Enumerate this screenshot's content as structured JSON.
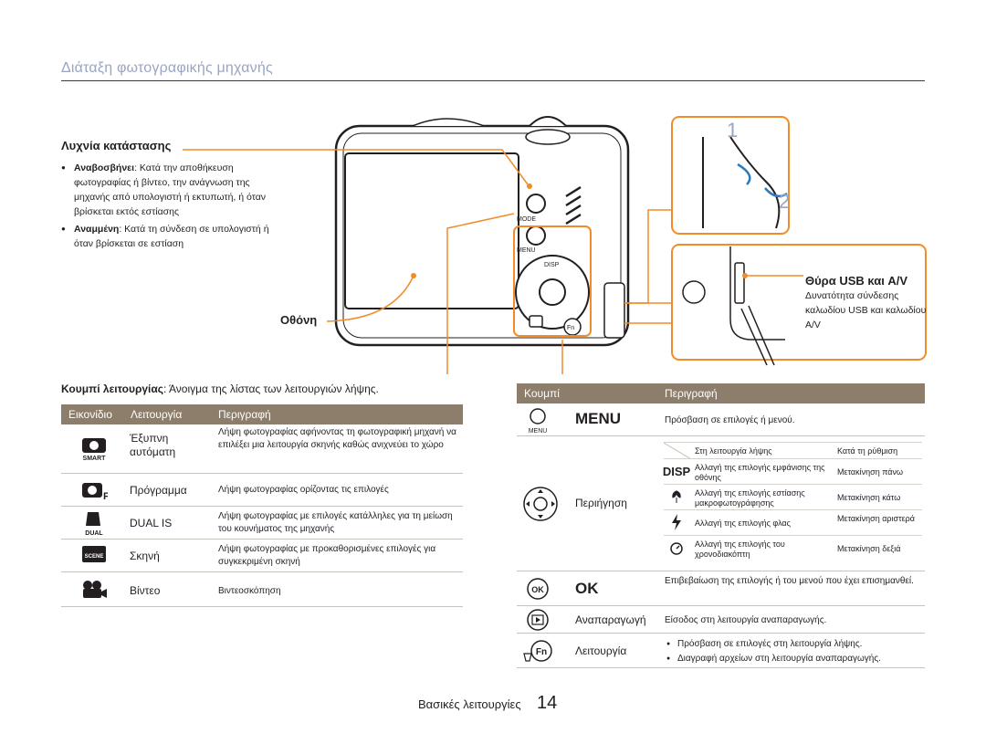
{
  "page": {
    "title": "Διάταξη φωτογραφικής μηχανής",
    "section_name": "Βασικές λειτουργίες",
    "page_number": "14"
  },
  "callouts": {
    "status_lamp": {
      "title": "Λυχνία κατάστασης",
      "blinking_term": "Αναβοσβήνει",
      "blinking_text": ": Κατά την αποθήκευση φωτογραφίας ή βίντεο, την ανάγνωση της μηχανής από υπολογιστή ή εκτυπωτή, ή όταν βρίσκεται εκτός εστίασης",
      "steady_term": "Αναμμένη",
      "steady_text": ": Κατά τη σύνδεση σε υπολογιστή ή όταν βρίσκεται σε εστίαση"
    },
    "screen": "Οθόνη",
    "mode_button_term": "Κουμπί λειτουργίας",
    "mode_button_text": ": Άνοιγμα της λίστας των λειτουργιών λήψης.",
    "usb_port_title": "Θύρα USB και A/V",
    "usb_port_text": "Δυνατότητα σύνδεσης καλωδίου USB και καλωδίου A/V",
    "strap_step_1": "1",
    "strap_step_2": "2"
  },
  "camera": {
    "mode_label": "MODE",
    "menu_label": "MENU",
    "disp_label": "DISP",
    "fn_label": "Fn"
  },
  "modes_table": {
    "headers": [
      "Εικονίδιο",
      "Λειτουργία",
      "Περιγραφή"
    ],
    "rows": [
      {
        "icon": "smart-auto-icon",
        "icon_text": "SMART",
        "name": "Έξυπνη αυτόματη",
        "desc": "Λήψη φωτογραφίας αφήνοντας τη φωτογραφική μηχανή να επιλέξει μια λειτουργία σκηνής καθώς ανιχνεύει το χώρο"
      },
      {
        "icon": "program-icon",
        "icon_text": "P",
        "name": "Πρόγραμμα",
        "desc": "Λήψη φωτογραφίας ορίζοντας τις επιλογές"
      },
      {
        "icon": "dual-is-icon",
        "icon_text": "DUAL",
        "name": "DUAL IS",
        "desc": "Λήψη φωτογραφίας με επιλογές κατάλληλες για τη μείωση του κουνήματος της μηχανής"
      },
      {
        "icon": "scene-icon",
        "icon_text": "SCENE",
        "name": "Σκηνή",
        "desc": "Λήψη φωτογραφίας με προκαθορισμένες επιλογές για συγκεκριμένη σκηνή"
      },
      {
        "icon": "movie-icon",
        "icon_text": "",
        "name": "Βίντεο",
        "desc": "Βιντεοσκόπηση"
      }
    ]
  },
  "buttons_table": {
    "headers": [
      "Κουμπί",
      "Περιγραφή"
    ],
    "menu": {
      "icon_text": "MENU",
      "name": "MENU",
      "desc": "Πρόσβαση σε επιλογές ή μενού."
    },
    "navigation": {
      "name": "Περιήγηση",
      "sub_headers": [
        "Στη λειτουργία λήψης",
        "Κατά τη ρύθμιση"
      ],
      "rows": [
        {
          "icon": "disp-icon",
          "icon_text": "DISP",
          "shoot": "Αλλαγή της επιλογής εμφάνισης της οθόνης",
          "setting": "Μετακίνηση πάνω"
        },
        {
          "icon": "macro-icon",
          "icon_text": "",
          "shoot": "Αλλαγή της επιλογής εστίασης μακροφωτογράφησης",
          "setting": "Μετακίνηση κάτω"
        },
        {
          "icon": "flash-icon",
          "icon_text": "",
          "shoot": "Αλλαγή της επιλογής φλας",
          "setting": "Μετακίνηση αριστερά"
        },
        {
          "icon": "timer-icon",
          "icon_text": "",
          "shoot": "Αλλαγή της επιλογής του χρονοδιακόπτη",
          "setting": "Μετακίνηση δεξιά"
        }
      ]
    },
    "ok": {
      "name": "OK",
      "desc": "Επιβεβαίωση της επιλογής ή του μενού που έχει επισημανθεί."
    },
    "playback": {
      "name": "Αναπαραγωγή",
      "desc": "Είσοδος στη λειτουργία αναπαραγωγής."
    },
    "function": {
      "name": "Λειτουργία",
      "items": [
        "Πρόσβαση σε επιλογές στη λειτουργία λήψης.",
        "Διαγραφή αρχείων στη λειτουργία αναπαραγωγής."
      ]
    }
  },
  "colors": {
    "accent": "#f28c28",
    "table_header": "#8d7e6b",
    "title": "#9aa4c4"
  }
}
